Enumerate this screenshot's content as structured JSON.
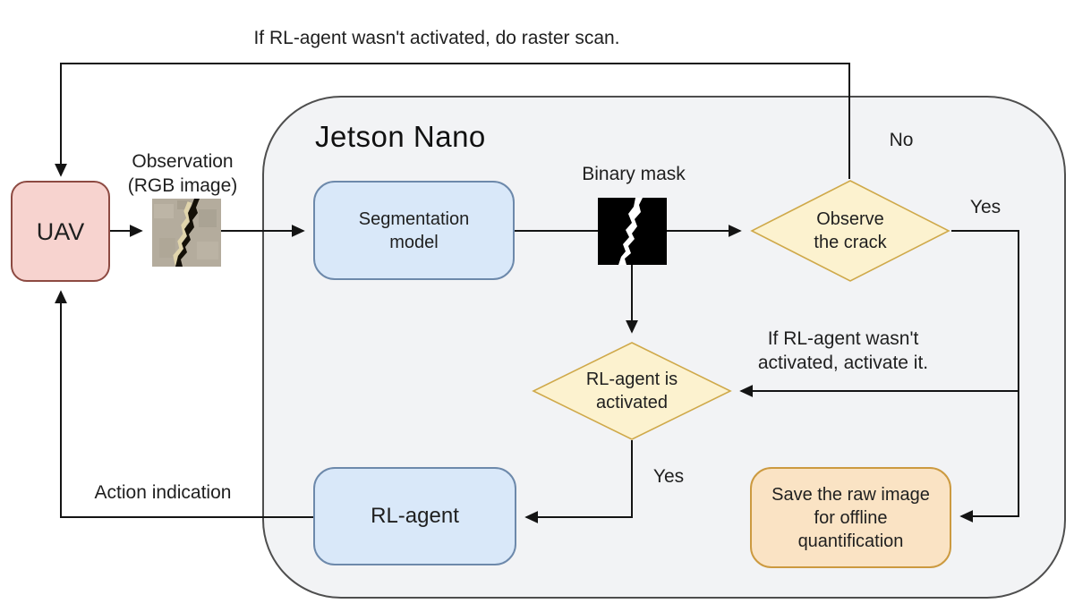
{
  "notes": {
    "raster_scan": "If RL-agent wasn't activated, do raster scan.",
    "activate_line1": "If RL-agent wasn't",
    "activate_line2": "activated, activate it.",
    "action_indication": "Action indication"
  },
  "branch_labels": {
    "no": "No",
    "yes_observe": "Yes",
    "yes_activated": "Yes"
  },
  "nodes": {
    "uav": {
      "label": "UAV"
    },
    "observation": {
      "line1": "Observation",
      "line2": "(RGB image)"
    },
    "jetson": {
      "title": "Jetson Nano"
    },
    "segmentation": {
      "line1": "Segmentation",
      "line2": "model"
    },
    "binary_mask": {
      "label": "Binary mask"
    },
    "observe_crack": {
      "line1": "Observe",
      "line2": "the crack"
    },
    "rl_activated_check": {
      "line1": "RL-agent is",
      "line2": "activated"
    },
    "rl_agent": {
      "label": "RL-agent"
    },
    "save_raw": {
      "line1": "Save the raw image",
      "line2": "for offline",
      "line3": "quantification"
    }
  },
  "colors": {
    "uav_fill": "#f7d3cf",
    "uav_border": "#8d4a42",
    "process_fill": "#d9e8f9",
    "process_border": "#6d89ab",
    "decision_fill": "#fcf2cf",
    "decision_border": "#cfa94a",
    "save_fill": "#fae3c4",
    "save_border": "#cc9a40",
    "container_fill": "#f2f3f5",
    "container_border": "#4e4e4e",
    "arrow": "#141414",
    "text": "#1f1f1f"
  }
}
